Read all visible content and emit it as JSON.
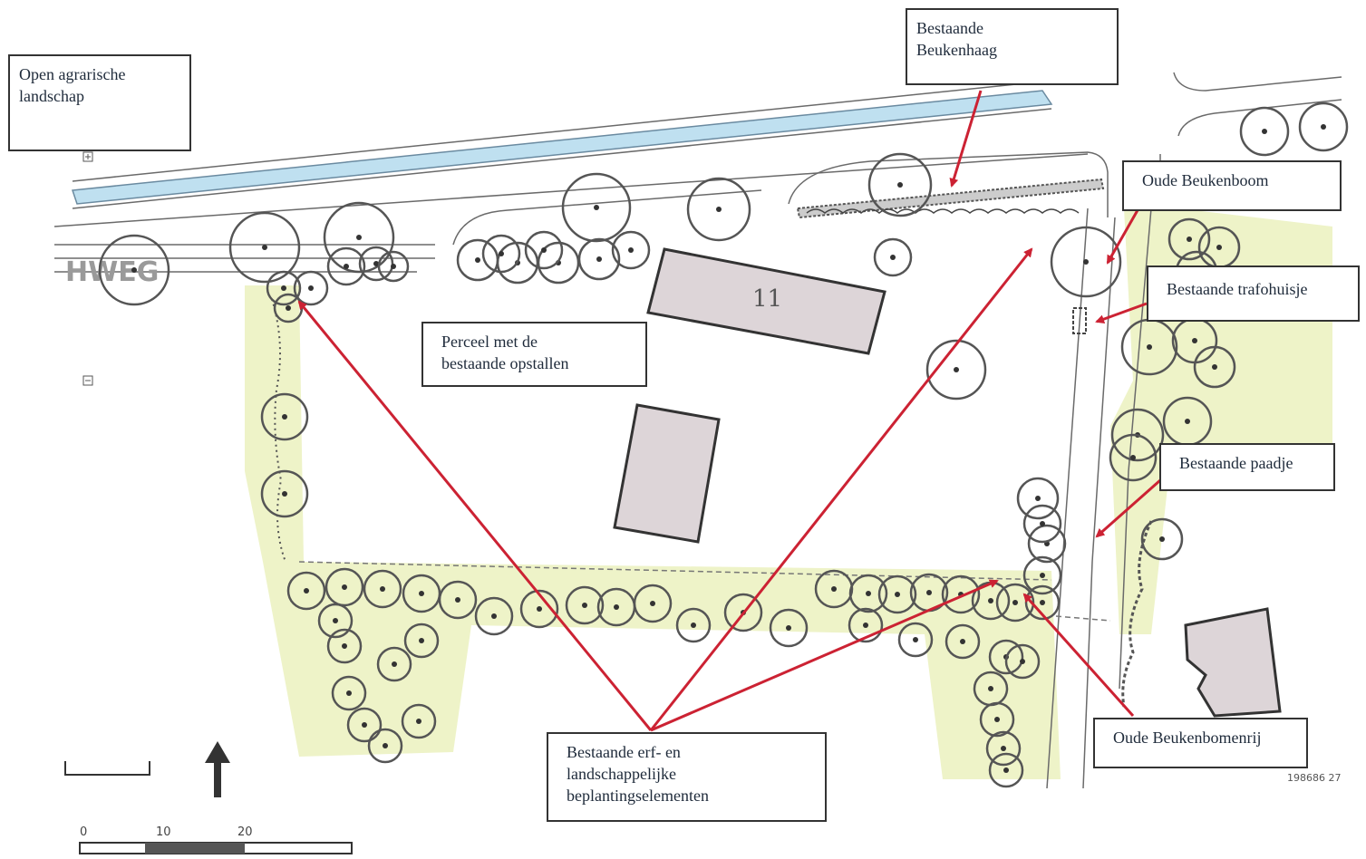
{
  "labels": {
    "open_landscape": [
      "Open agrarische",
      "landschap"
    ],
    "beech_hedge": [
      "Bestaande",
      "Beukenhaag"
    ],
    "old_beech_tree": [
      "Oude Beukenboom"
    ],
    "transformer_house": [
      "Bestaande trafohuisje"
    ],
    "parcel": [
      "Perceel met de",
      "bestaande opstallen"
    ],
    "path": [
      "Bestaande paadje"
    ],
    "planting_elements": [
      "Bestaande erf- en",
      "landschappelijke",
      "beplantingselementen"
    ],
    "old_beech_row": [
      "Oude Beukenbomenrij"
    ]
  },
  "map": {
    "street_name": "HWEG",
    "house_number": "11",
    "drawing_code": "198686 27",
    "scale_ticks": [
      "0",
      "10",
      "20"
    ],
    "colors": {
      "water": "#bfe0f0",
      "green_zone": "#eef3c8",
      "building": "#ddd5d8",
      "arrow": "#cc2233",
      "tree_stroke": "#555555"
    }
  }
}
